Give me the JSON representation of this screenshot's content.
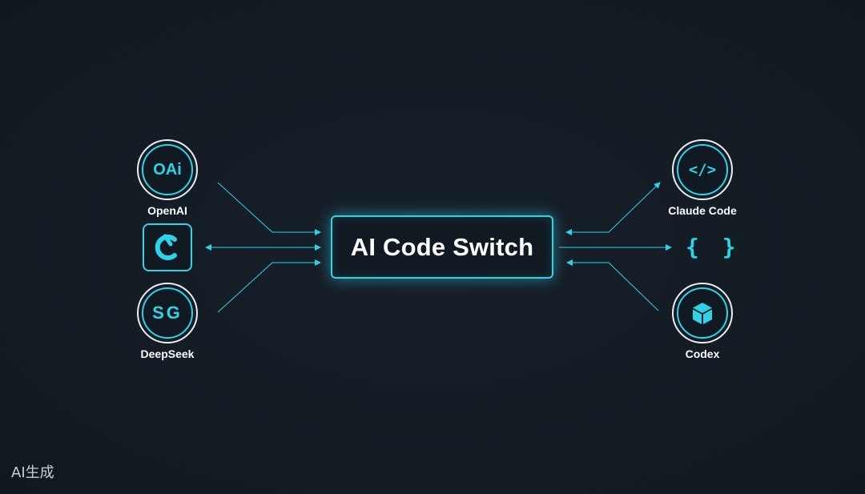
{
  "hub": {
    "title": "AI Code Switch"
  },
  "providers": [
    {
      "name": "OpenAI",
      "logo_text": "OAi",
      "icon": "openai-logo-icon"
    },
    {
      "name": "",
      "icon": "c-logo-icon"
    },
    {
      "name": "DeepSeek",
      "logo_text": "SG",
      "icon": "deepseek-logo-icon"
    }
  ],
  "targets": [
    {
      "name": "Claude Code",
      "logo_text": "</>",
      "icon": "code-tag-icon"
    },
    {
      "name": "",
      "logo_text": "{ }",
      "icon": "braces-icon"
    },
    {
      "name": "Codex",
      "icon": "cube-icon"
    }
  ],
  "watermark": "AI生成",
  "colors": {
    "accent": "#2fd3e8",
    "background": "#141b23",
    "text": "#ffffff",
    "ring": "#e9eef2"
  }
}
